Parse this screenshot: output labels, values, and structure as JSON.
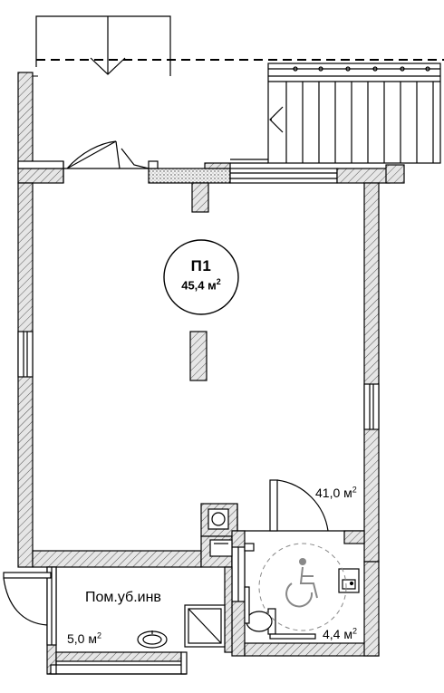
{
  "plan": {
    "main_room": {
      "id": "П1",
      "area_value": "45,4 м",
      "area_sup": "2"
    },
    "hall_area": {
      "value": "41,0 м",
      "sup": "2"
    },
    "cleaning_room": {
      "name": "Пом.уб.инв",
      "area_value": "5,0 м",
      "area_sup": "2"
    },
    "wc_area": {
      "value": "4,4 м",
      "sup": "2"
    },
    "colors": {
      "wall_fill": "#e6e6e6",
      "line": "#000000",
      "accessible_sign": "#888888"
    }
  }
}
